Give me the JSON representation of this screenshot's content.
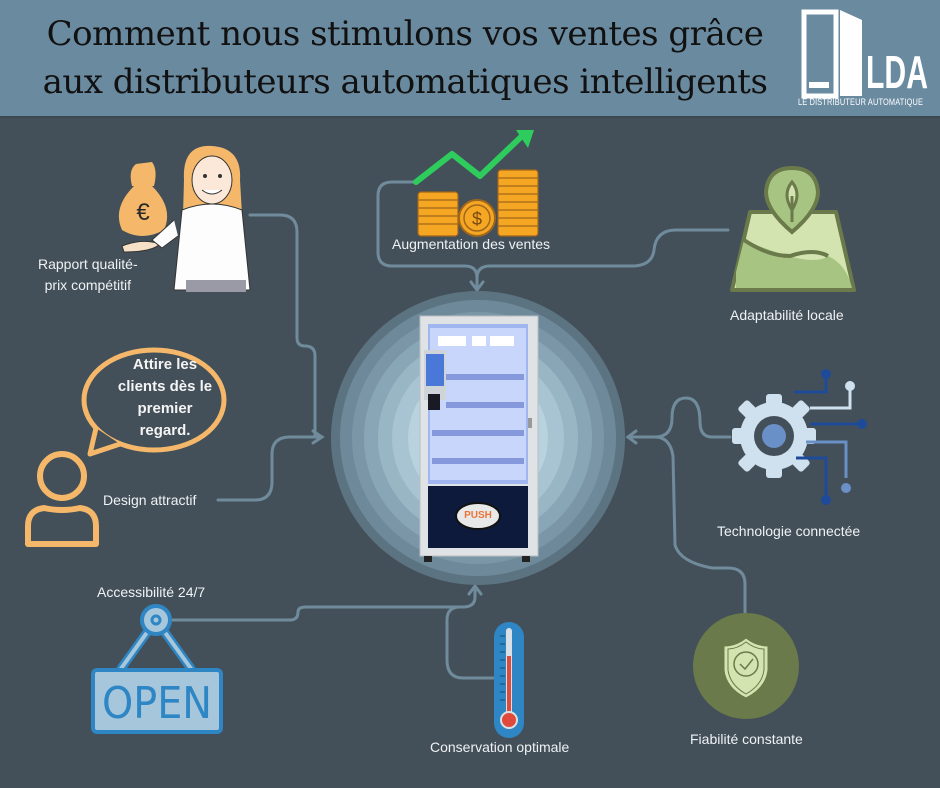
{
  "header": {
    "title_line1": "Comment nous stimulons vos ventes grâce",
    "title_line2": "aux distributeurs automatiques intelligents",
    "logo": {
      "letters": "LDA",
      "tagline": "LE DISTRIBUTEUR AUTOMATIQUE"
    },
    "background_color": "#6a8aa0"
  },
  "center": {
    "image": "vending-machine",
    "button_label": "PUSH",
    "glow_colors": [
      "#5c7482",
      "#6e8a9a",
      "#82a0b0",
      "#98b6c4",
      "#aecad6",
      "#c4dce6"
    ]
  },
  "features": [
    {
      "id": "price",
      "label_line1": "Rapport qualité-",
      "label_line2": "prix compétitif",
      "icon": "money-bag-euro-icon"
    },
    {
      "id": "sales",
      "label": "Augmentation des ventes",
      "icon": "coins-growth-icon"
    },
    {
      "id": "local",
      "label": "Adaptabilité locale",
      "icon": "map-leaf-icon"
    },
    {
      "id": "design",
      "label": "Design attractif",
      "icon": "person-speech-icon",
      "bubble": [
        "Attire les",
        "clients dès le",
        "premier",
        "regard."
      ]
    },
    {
      "id": "tech",
      "label": "Technologie connectée",
      "icon": "gear-circuit-icon"
    },
    {
      "id": "access",
      "label": "Accessibilité 24/7",
      "icon": "open-sign-icon",
      "sign_text": "OPEN"
    },
    {
      "id": "cold",
      "label": "Conservation optimale",
      "icon": "thermometer-icon"
    },
    {
      "id": "reliable",
      "label": "Fiabilité constante",
      "icon": "shield-check-icon"
    }
  ],
  "colors": {
    "background": "#445059",
    "connector": "#6f8b9c",
    "orange": "#f5b86a",
    "green_dark": "#6a7a4a",
    "green_light": "#d4e4b0",
    "blue": "#2e86c4",
    "growth_arrow": "#2ecc5c"
  }
}
